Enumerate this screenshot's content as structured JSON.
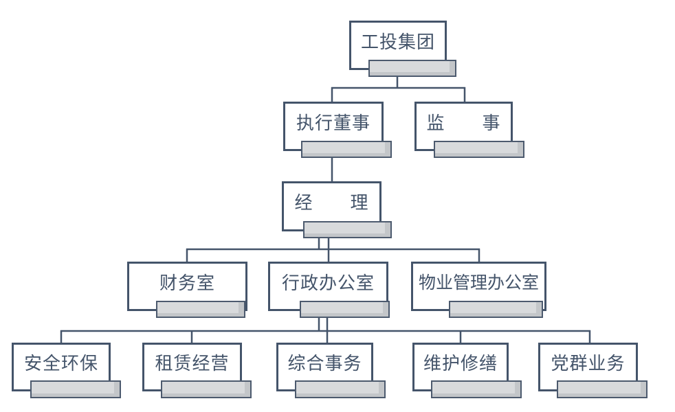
{
  "figure_type": "org-chart",
  "colors": {
    "line_and_border": "#44546A",
    "text": "#44546A",
    "bar_fill": "#D8DADC",
    "bar_shadow": "#C3C6C9",
    "bar_border": "#4C5A6E",
    "background": "#FFFFFF"
  },
  "nodes": [
    {
      "id": "group",
      "level": 1,
      "label": "工投集团"
    },
    {
      "id": "exec-director",
      "level": 2,
      "label": "执行董事"
    },
    {
      "id": "supervisor",
      "level": 2,
      "label": "监　　事"
    },
    {
      "id": "manager",
      "level": 3,
      "label": "经　　理"
    },
    {
      "id": "finance-office",
      "level": 4,
      "label": "财务室"
    },
    {
      "id": "admin-office",
      "level": 4,
      "label": "行政办公室"
    },
    {
      "id": "property-office",
      "level": 4,
      "label": "物业管理办公室"
    },
    {
      "id": "safety-env",
      "level": 5,
      "label": "安全环保"
    },
    {
      "id": "leasing",
      "level": 5,
      "label": "租赁经营"
    },
    {
      "id": "general-affairs",
      "level": 5,
      "label": "综合事务"
    },
    {
      "id": "maintenance",
      "level": 5,
      "label": "维护修缮"
    },
    {
      "id": "party-mass",
      "level": 5,
      "label": "党群业务"
    }
  ],
  "edges": [
    {
      "from": "工投集团",
      "to": "执行董事"
    },
    {
      "from": "工投集团",
      "to": "监事"
    },
    {
      "from": "执行董事",
      "to": "经理"
    },
    {
      "from": "经理",
      "to": "财务室"
    },
    {
      "from": "经理",
      "to": "行政办公室"
    },
    {
      "from": "经理",
      "to": "物业管理办公室"
    },
    {
      "from": "行政办公室",
      "to": "安全环保"
    },
    {
      "from": "行政办公室",
      "to": "租赁经营"
    },
    {
      "from": "行政办公室",
      "to": "综合事务"
    },
    {
      "from": "行政办公室",
      "to": "维护修缮"
    },
    {
      "from": "行政办公室",
      "to": "党群业务"
    }
  ]
}
